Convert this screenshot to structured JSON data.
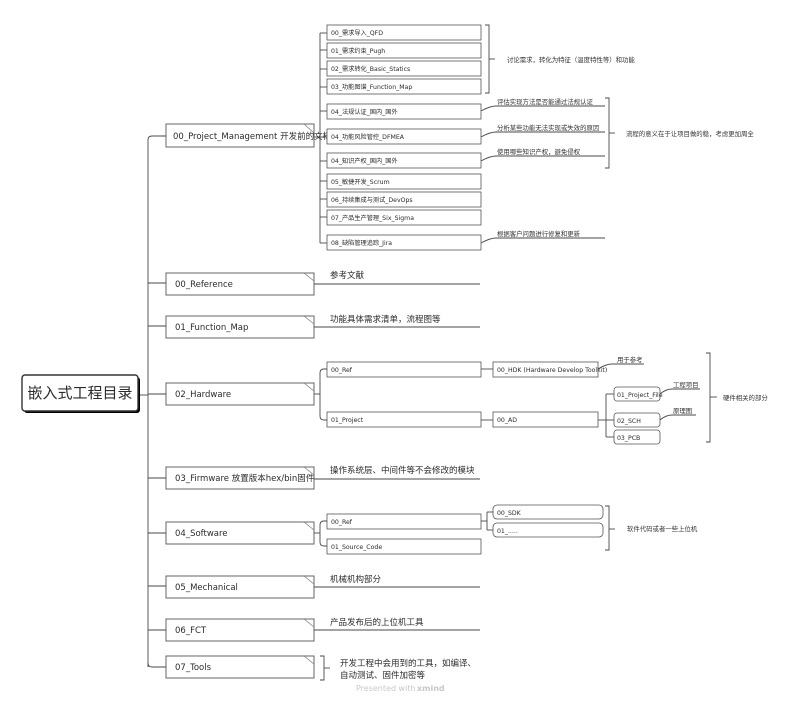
{
  "root": "嵌入式工程目录",
  "topics": {
    "pm": "00_Project_Management 开发前的文档",
    "reference": "00_Reference",
    "function_map": "01_Function_Map",
    "hardware": "02_Hardware",
    "firmware": "03_Firmware 放置版本hex/bin固件",
    "software": "04_Software",
    "mechanical": "05_Mechanical",
    "fct": "06_FCT",
    "tools": "07_Tools"
  },
  "pm_items": [
    "00_需求导入_QFD",
    "01_需求约束_Pugh",
    "02_需求转化_Basic_Statics",
    "03_功能图谱_Function_Map",
    "04_法规认证_国内_国外",
    "04_功能风险管控_DFMEA",
    "04_知识产权_国内_国外",
    "05_敏捷开发_Scrum",
    "06_持续集成与测试_DevOps",
    "07_产品生产管理_Six_Sigma",
    "08_缺陷管理追踪_Jira"
  ],
  "pm_notes": {
    "group_0_3": "讨论需求，转化为特征（温度特性等）和功能",
    "regulation": "评估实现方法是否能通过法规认证",
    "dfmea": "分析某些功能无法实现或失效的原因",
    "ip": "使用哪些知识产权，避免侵权",
    "group_4": "流程的意义在于让项目做的稳，考虑更加周全",
    "jira": "根据客户问题进行修复和更新"
  },
  "topic_notes": {
    "reference": "参考文献",
    "function_map": "功能具体需求清单，流程图等",
    "firmware": "操作系统层、中间件等不会修改的模块",
    "mechanical": "机械机构部分",
    "fct": "产品发布后的上位机工具",
    "tools_line1": "开发工程中会用到的工具，如编译、",
    "tools_line2": "自动测试、固件加密等"
  },
  "hardware": {
    "ref": "00_Ref",
    "ref_child": "00_HDK (Hardware Develop Toolkit)",
    "ref_child_note": "用于参考",
    "project": "01_Project",
    "project_child": "00_AD",
    "ad_children": [
      "01_Project_File",
      "02_SCH",
      "03_PCB"
    ],
    "project_file_note": "工程项目",
    "sch_note": "原理图",
    "summary": "硬件相关的部分"
  },
  "software": {
    "ref": "00_Ref",
    "ref_children": [
      "00_SDK",
      "01_....."
    ],
    "source": "01_Source_Code",
    "summary": "软件代码或者一些上位机"
  },
  "watermark": {
    "prefix": "Presented with",
    "brand": "xmind"
  }
}
